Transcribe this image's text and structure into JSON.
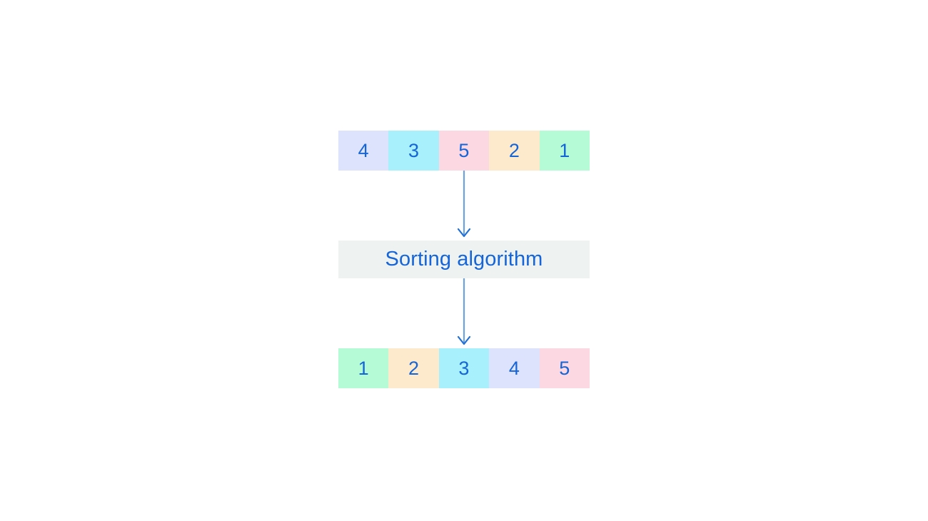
{
  "diagram": {
    "title": "Sorting algorithm",
    "type": "flow-diagram",
    "process": {
      "label": "Sorting algorithm",
      "background_color": "#eef3f2",
      "text_color": "#1565d8"
    },
    "arrow": {
      "color": "#6ba3e0",
      "direction": "down",
      "head_style": "chevron"
    },
    "input_array": {
      "name": "unsorted-array",
      "cells": [
        {
          "value": "4",
          "color": "#dde3fd",
          "color_name": "lavender"
        },
        {
          "value": "3",
          "color": "#a8f0fb",
          "color_name": "cyan"
        },
        {
          "value": "5",
          "color": "#fcd9e2",
          "color_name": "pink"
        },
        {
          "value": "2",
          "color": "#fdeacc",
          "color_name": "peach"
        },
        {
          "value": "1",
          "color": "#b5fbd6",
          "color_name": "mint"
        }
      ]
    },
    "output_array": {
      "name": "sorted-array",
      "cells": [
        {
          "value": "1",
          "color": "#b5fbd6",
          "color_name": "mint"
        },
        {
          "value": "2",
          "color": "#fdeacc",
          "color_name": "peach"
        },
        {
          "value": "3",
          "color": "#a8f0fb",
          "color_name": "cyan"
        },
        {
          "value": "4",
          "color": "#dde3fd",
          "color_name": "lavender"
        },
        {
          "value": "5",
          "color": "#fcd9e2",
          "color_name": "pink"
        }
      ]
    },
    "text_color": "#1565d8",
    "background_color": "#ffffff"
  }
}
